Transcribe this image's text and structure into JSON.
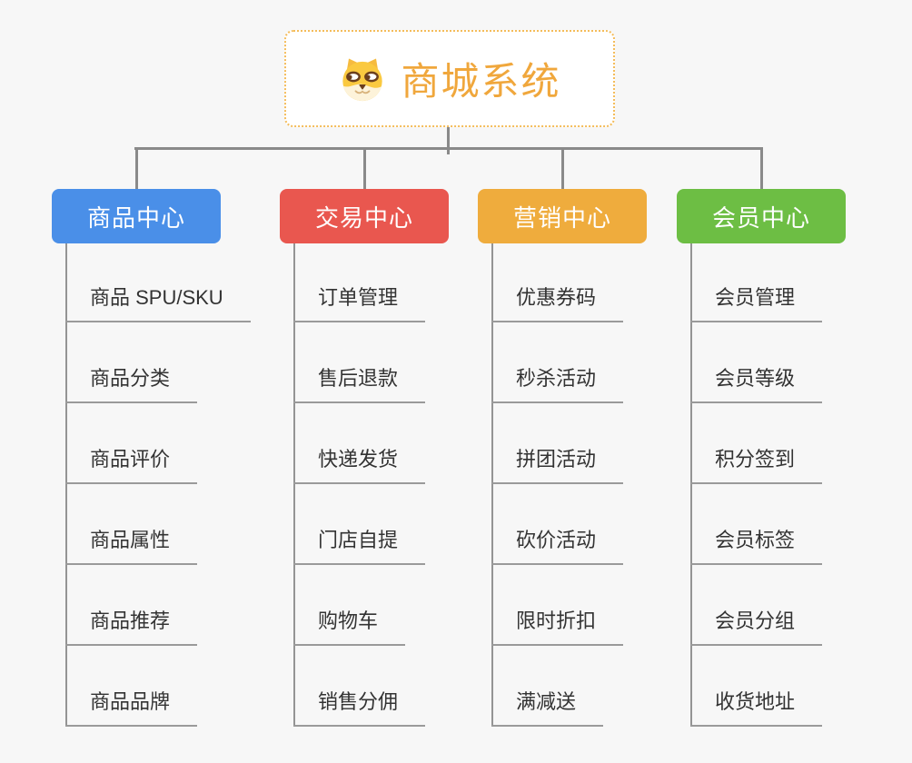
{
  "root": {
    "title": "商城系统",
    "icon": "dog-face-icon",
    "accent_color": "#f0a73c",
    "border_color": "#f4bc5a"
  },
  "branches": [
    {
      "label": "商品中心",
      "color": "#4a8fe8",
      "items": [
        "商品 SPU/SKU",
        "商品分类",
        "商品评价",
        "商品属性",
        "商品推荐",
        "商品品牌"
      ]
    },
    {
      "label": "交易中心",
      "color": "#e9574f",
      "items": [
        "订单管理",
        "售后退款",
        "快递发货",
        "门店自提",
        "购物车",
        "销售分佣"
      ]
    },
    {
      "label": "营销中心",
      "color": "#efac3d",
      "items": [
        "优惠券码",
        "秒杀活动",
        "拼团活动",
        "砍价活动",
        "限时折扣",
        "满减送"
      ]
    },
    {
      "label": "会员中心",
      "color": "#6dbe44",
      "items": [
        "会员管理",
        "会员等级",
        "积分签到",
        "会员标签",
        "会员分组",
        "收货地址"
      ]
    }
  ]
}
